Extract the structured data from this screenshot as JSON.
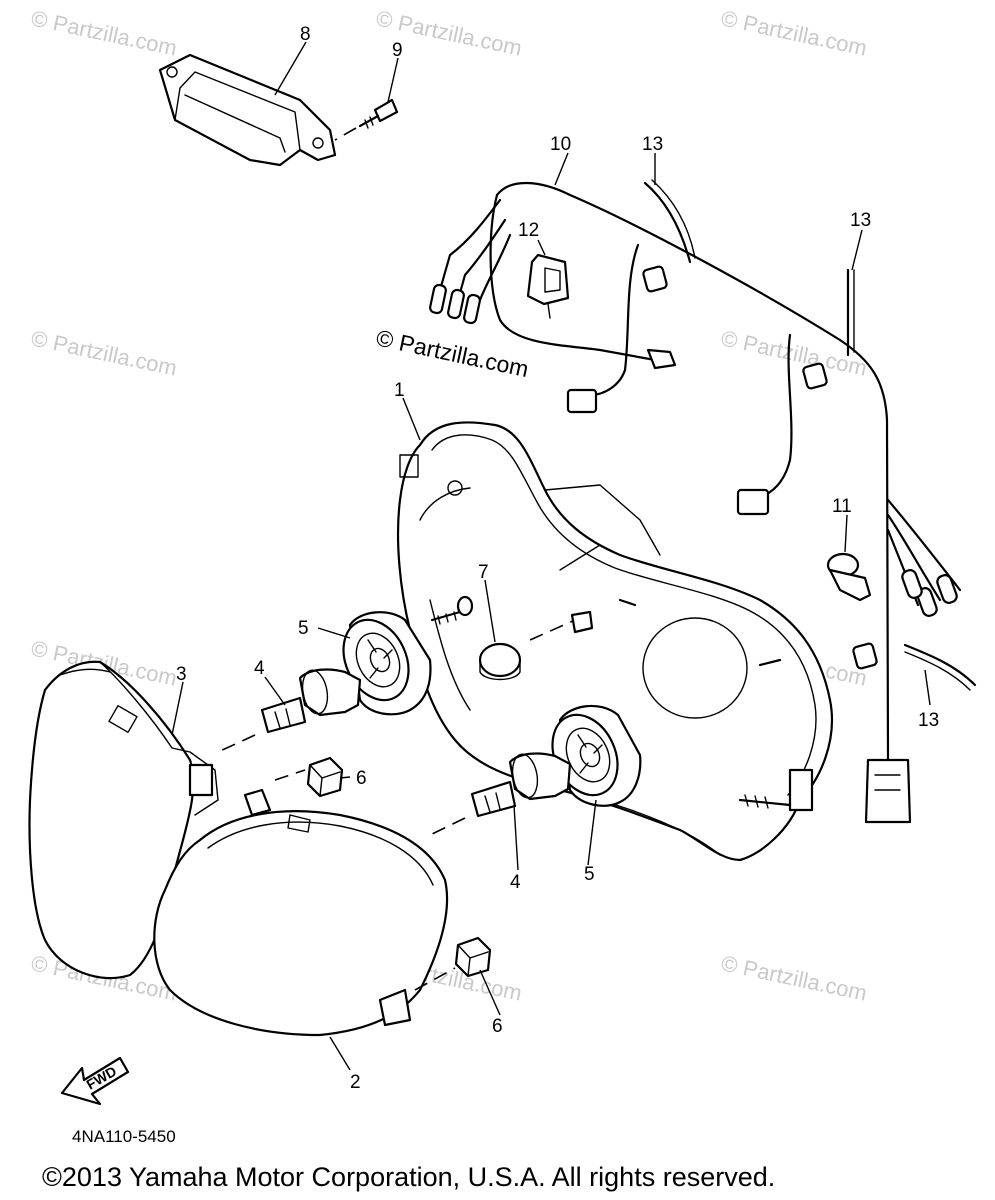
{
  "diagram": {
    "callouts": {
      "c1": "1",
      "c2": "2",
      "c3": "3",
      "c4a": "4",
      "c4b": "4",
      "c5a": "5",
      "c5b": "5",
      "c6a": "6",
      "c6b": "6",
      "c7": "7",
      "c8": "8",
      "c9": "9",
      "c10": "10",
      "c11": "11",
      "c12": "12",
      "c13a": "13",
      "c13b": "13",
      "c13c": "13"
    },
    "watermark_center": "© Partzilla.com",
    "watermark_repeat": "© Partzilla.com",
    "direction_arrow_label": "FWD",
    "part_code": "4NA110-5450",
    "copyright": "©2013 Yamaha Motor Corporation, U.S.A. All rights reserved."
  },
  "colors": {
    "line": "#000000",
    "watermark": "#c9c9c9",
    "background": "#ffffff"
  }
}
